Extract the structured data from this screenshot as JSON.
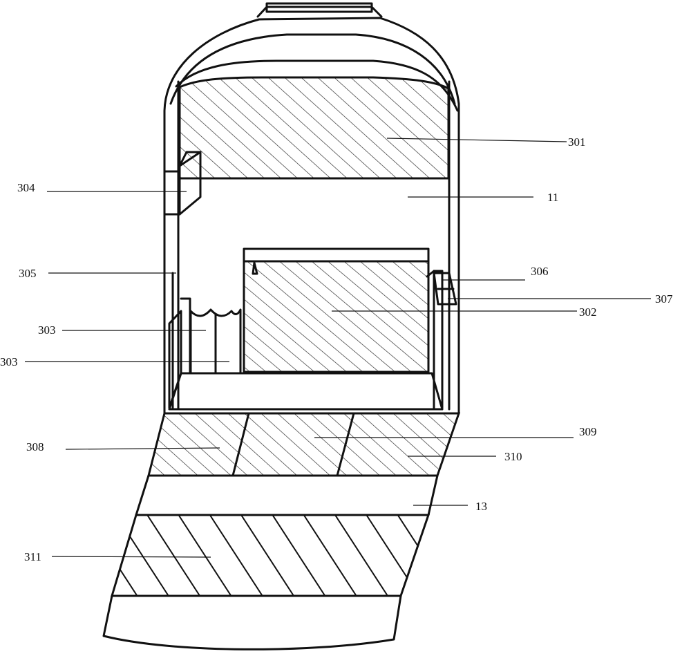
{
  "figure": {
    "labels": {
      "l301": "301",
      "l11": "11",
      "l304": "304",
      "l305": "305",
      "l306": "306",
      "l307": "307",
      "l302": "302",
      "l303a": "303",
      "l303b": "303",
      "l308": "308",
      "l309": "309",
      "l310": "310",
      "l13": "13",
      "l311": "311"
    }
  }
}
